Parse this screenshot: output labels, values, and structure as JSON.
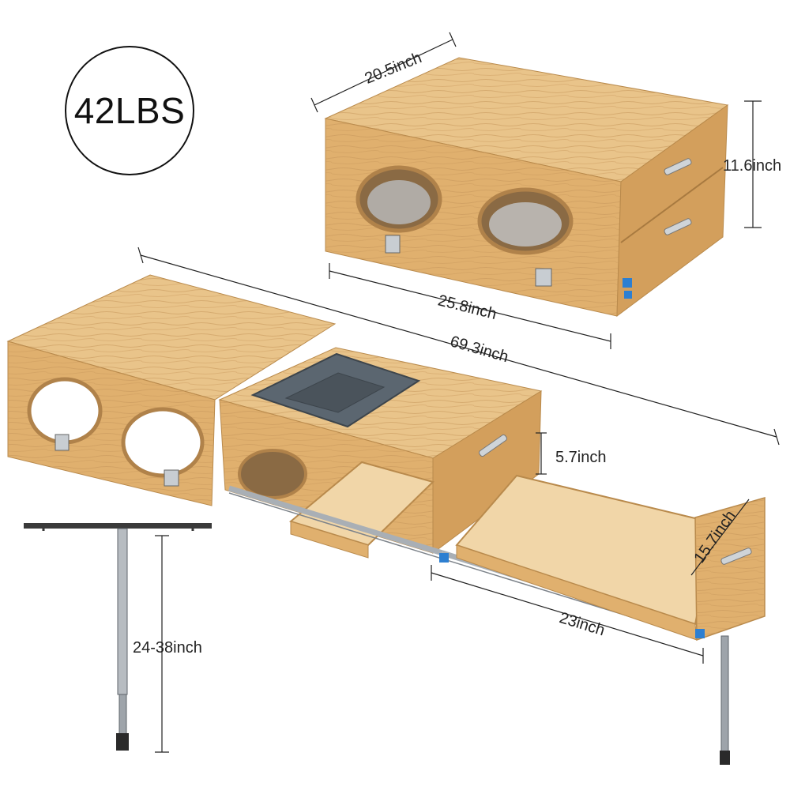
{
  "weight_badge": {
    "text": "42LBS"
  },
  "dimensions": {
    "closed_width": "20.5inch",
    "closed_height": "11.6inch",
    "closed_depth": "25.8inch",
    "extended_length": "69.3inch",
    "drawer_height": "5.7inch",
    "tray_width": "15.7inch",
    "tray_length": "23inch",
    "leg_height": "24-38inch"
  },
  "colors": {
    "wood_top": "#e9c48a",
    "wood_front": "#e0b06e",
    "wood_side": "#d39f5c",
    "wood_edge": "#b98a4c",
    "tray_interior": "#f1d6a8",
    "bin": "#5b6670",
    "metal": "#a9afb5",
    "connector": "#2d7fd1",
    "line": "#222222"
  }
}
